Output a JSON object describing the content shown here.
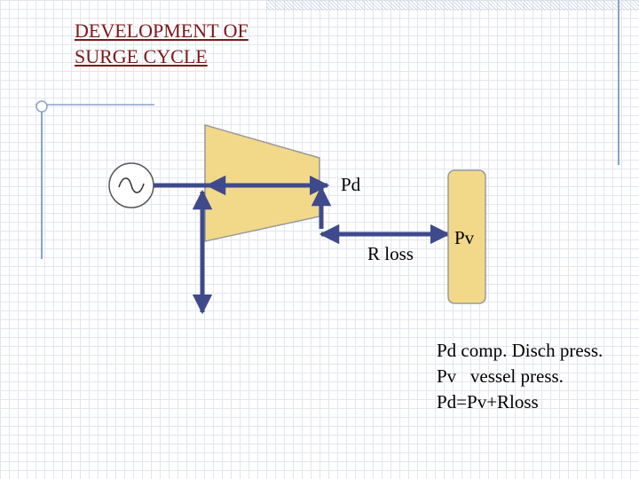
{
  "title": {
    "line1": "DEVELOPMENT OF",
    "line2": "SURGE CYCLE"
  },
  "labels": {
    "pd": "Pd",
    "pv": "Pv",
    "r_loss": "R loss"
  },
  "legend": {
    "line1": "Pd comp. Disch press.",
    "line2": "Pv   vessel press.",
    "line3": "Pd=Pv+Rloss"
  },
  "colors": {
    "title": "#7a1a1a",
    "compressor_fill": "#f2d98a",
    "compressor_stroke": "#9a9a9a",
    "arrow": "#3f4a8c",
    "vessel_fill": "#f2d98a"
  }
}
